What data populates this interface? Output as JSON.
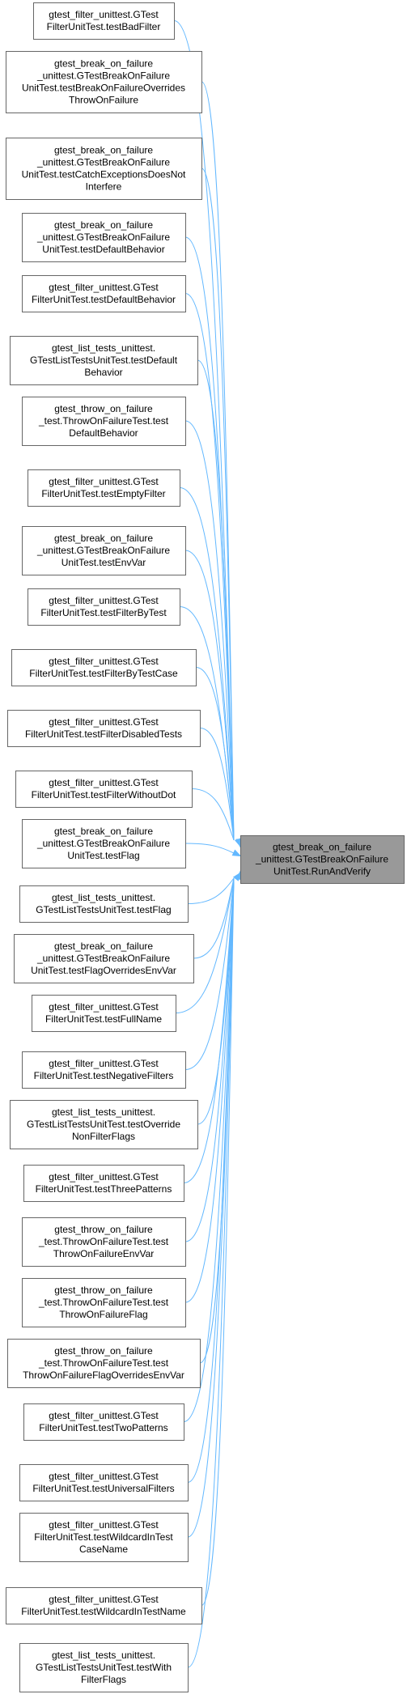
{
  "graph": {
    "kind": "caller-graph",
    "colors": {
      "edge": "#63b8ff",
      "node_border": "#666666",
      "node_fill": "#ffffff",
      "target_fill": "#999999"
    },
    "target": {
      "id": "target",
      "lines": [
        "gtest_break_on_failure",
        "_unittest.GTestBreakOnFailure",
        "UnitTest.RunAndVerify"
      ]
    },
    "callers": [
      {
        "id": "testBadFilter",
        "lines": [
          "gtest_filter_unittest.GTest",
          "FilterUnitTest.testBadFilter"
        ]
      },
      {
        "id": "testBreakOnFailureOverridesThrowOnFailure",
        "lines": [
          "gtest_break_on_failure",
          "_unittest.GTestBreakOnFailure",
          "UnitTest.testBreakOnFailureOverrides",
          "ThrowOnFailure"
        ]
      },
      {
        "id": "testCatchExceptionsDoesNotInterfere",
        "lines": [
          "gtest_break_on_failure",
          "_unittest.GTestBreakOnFailure",
          "UnitTest.testCatchExceptionsDoesNot",
          "Interfere"
        ]
      },
      {
        "id": "testDefaultBehavior-break",
        "lines": [
          "gtest_break_on_failure",
          "_unittest.GTestBreakOnFailure",
          "UnitTest.testDefaultBehavior"
        ]
      },
      {
        "id": "testDefaultBehavior-filter",
        "lines": [
          "gtest_filter_unittest.GTest",
          "FilterUnitTest.testDefaultBehavior"
        ]
      },
      {
        "id": "testDefaultBehavior-list",
        "lines": [
          "gtest_list_tests_unittest.",
          "GTestListTestsUnitTest.testDefault",
          "Behavior"
        ]
      },
      {
        "id": "testDefaultBehavior-throw",
        "lines": [
          "gtest_throw_on_failure",
          "_test.ThrowOnFailureTest.test",
          "DefaultBehavior"
        ]
      },
      {
        "id": "testEmptyFilter",
        "lines": [
          "gtest_filter_unittest.GTest",
          "FilterUnitTest.testEmptyFilter"
        ]
      },
      {
        "id": "testEnvVar",
        "lines": [
          "gtest_break_on_failure",
          "_unittest.GTestBreakOnFailure",
          "UnitTest.testEnvVar"
        ]
      },
      {
        "id": "testFilterByTest",
        "lines": [
          "gtest_filter_unittest.GTest",
          "FilterUnitTest.testFilterByTest"
        ]
      },
      {
        "id": "testFilterByTestCase",
        "lines": [
          "gtest_filter_unittest.GTest",
          "FilterUnitTest.testFilterByTestCase"
        ]
      },
      {
        "id": "testFilterDisabledTests",
        "lines": [
          "gtest_filter_unittest.GTest",
          "FilterUnitTest.testFilterDisabledTests"
        ]
      },
      {
        "id": "testFilterWithoutDot",
        "lines": [
          "gtest_filter_unittest.GTest",
          "FilterUnitTest.testFilterWithoutDot"
        ]
      },
      {
        "id": "testFlag-break",
        "lines": [
          "gtest_break_on_failure",
          "_unittest.GTestBreakOnFailure",
          "UnitTest.testFlag"
        ]
      },
      {
        "id": "testFlag-list",
        "lines": [
          "gtest_list_tests_unittest.",
          "GTestListTestsUnitTest.testFlag"
        ]
      },
      {
        "id": "testFlagOverridesEnvVar",
        "lines": [
          "gtest_break_on_failure",
          "_unittest.GTestBreakOnFailure",
          "UnitTest.testFlagOverridesEnvVar"
        ]
      },
      {
        "id": "testFullName",
        "lines": [
          "gtest_filter_unittest.GTest",
          "FilterUnitTest.testFullName"
        ]
      },
      {
        "id": "testNegativeFilters",
        "lines": [
          "gtest_filter_unittest.GTest",
          "FilterUnitTest.testNegativeFilters"
        ]
      },
      {
        "id": "testOverrideNonFilterFlags",
        "lines": [
          "gtest_list_tests_unittest.",
          "GTestListTestsUnitTest.testOverride",
          "NonFilterFlags"
        ]
      },
      {
        "id": "testThreePatterns",
        "lines": [
          "gtest_filter_unittest.GTest",
          "FilterUnitTest.testThreePatterns"
        ]
      },
      {
        "id": "testThrowOnFailureEnvVar",
        "lines": [
          "gtest_throw_on_failure",
          "_test.ThrowOnFailureTest.test",
          "ThrowOnFailureEnvVar"
        ]
      },
      {
        "id": "testThrowOnFailureFlag",
        "lines": [
          "gtest_throw_on_failure",
          "_test.ThrowOnFailureTest.test",
          "ThrowOnFailureFlag"
        ]
      },
      {
        "id": "testThrowOnFailureFlagOverridesEnvVar",
        "lines": [
          "gtest_throw_on_failure",
          "_test.ThrowOnFailureTest.test",
          "ThrowOnFailureFlagOverridesEnvVar"
        ]
      },
      {
        "id": "testTwoPatterns",
        "lines": [
          "gtest_filter_unittest.GTest",
          "FilterUnitTest.testTwoPatterns"
        ]
      },
      {
        "id": "testUniversalFilters",
        "lines": [
          "gtest_filter_unittest.GTest",
          "FilterUnitTest.testUniversalFilters"
        ]
      },
      {
        "id": "testWildcardInTestCaseName",
        "lines": [
          "gtest_filter_unittest.GTest",
          "FilterUnitTest.testWildcardInTest",
          "CaseName"
        ]
      },
      {
        "id": "testWildcardInTestName",
        "lines": [
          "gtest_filter_unittest.GTest",
          "FilterUnitTest.testWildcardInTestName"
        ]
      },
      {
        "id": "testWithFilterFlags",
        "lines": [
          "gtest_list_tests_unittest.",
          "GTestListTestsUnitTest.testWith",
          "FilterFlags"
        ]
      }
    ]
  }
}
